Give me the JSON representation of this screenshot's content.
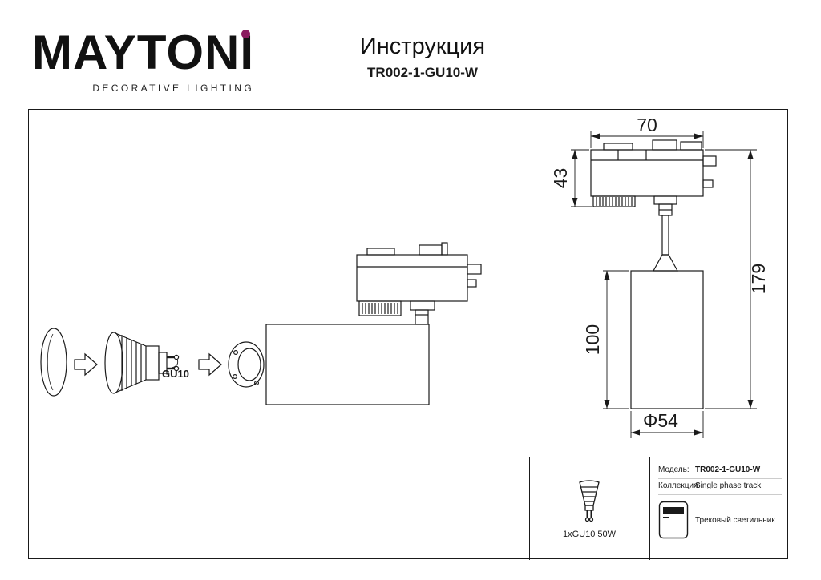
{
  "brand": {
    "logo": "MAYTONI",
    "tagline": "DECORATIVE LIGHTING",
    "accent_color": "#8A1A5E"
  },
  "header": {
    "title": "Инструкция",
    "model": "TR002-1-GU10-W"
  },
  "diagram": {
    "bulb_label": "GU10",
    "dims": {
      "top_width": "70",
      "adapter_height": "43",
      "total_height": "179",
      "body_height": "100",
      "diameter": "Φ54"
    }
  },
  "footer": {
    "lamp_spec": "1xGU10 50W",
    "model_label": "Модель:",
    "model_value": "TR002-1-GU10-W",
    "collection_label": "Коллекция:",
    "collection_value": "Single phase track",
    "product_type": "Трековый светильник"
  }
}
